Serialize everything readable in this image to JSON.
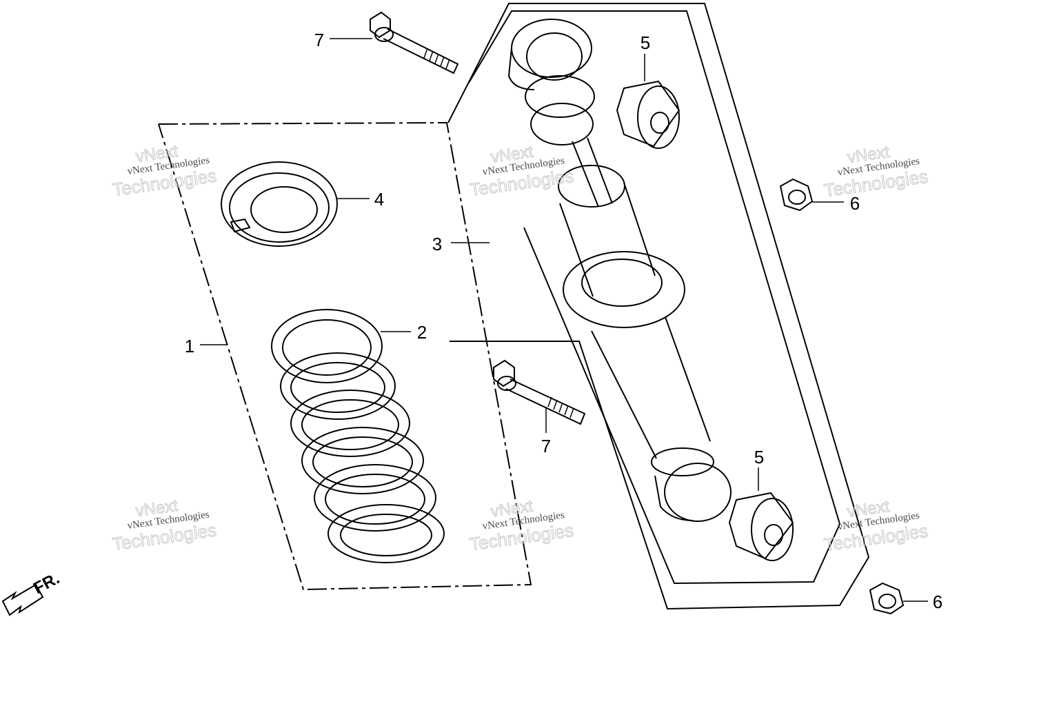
{
  "diagram": {
    "callouts": [
      "1",
      "2",
      "3",
      "4",
      "5",
      "5",
      "6",
      "6",
      "7",
      "7"
    ],
    "direction_label": "FR.",
    "watermark": {
      "line1": "vNext Technologies",
      "line2": "vNext",
      "line3": "Technologies"
    }
  }
}
